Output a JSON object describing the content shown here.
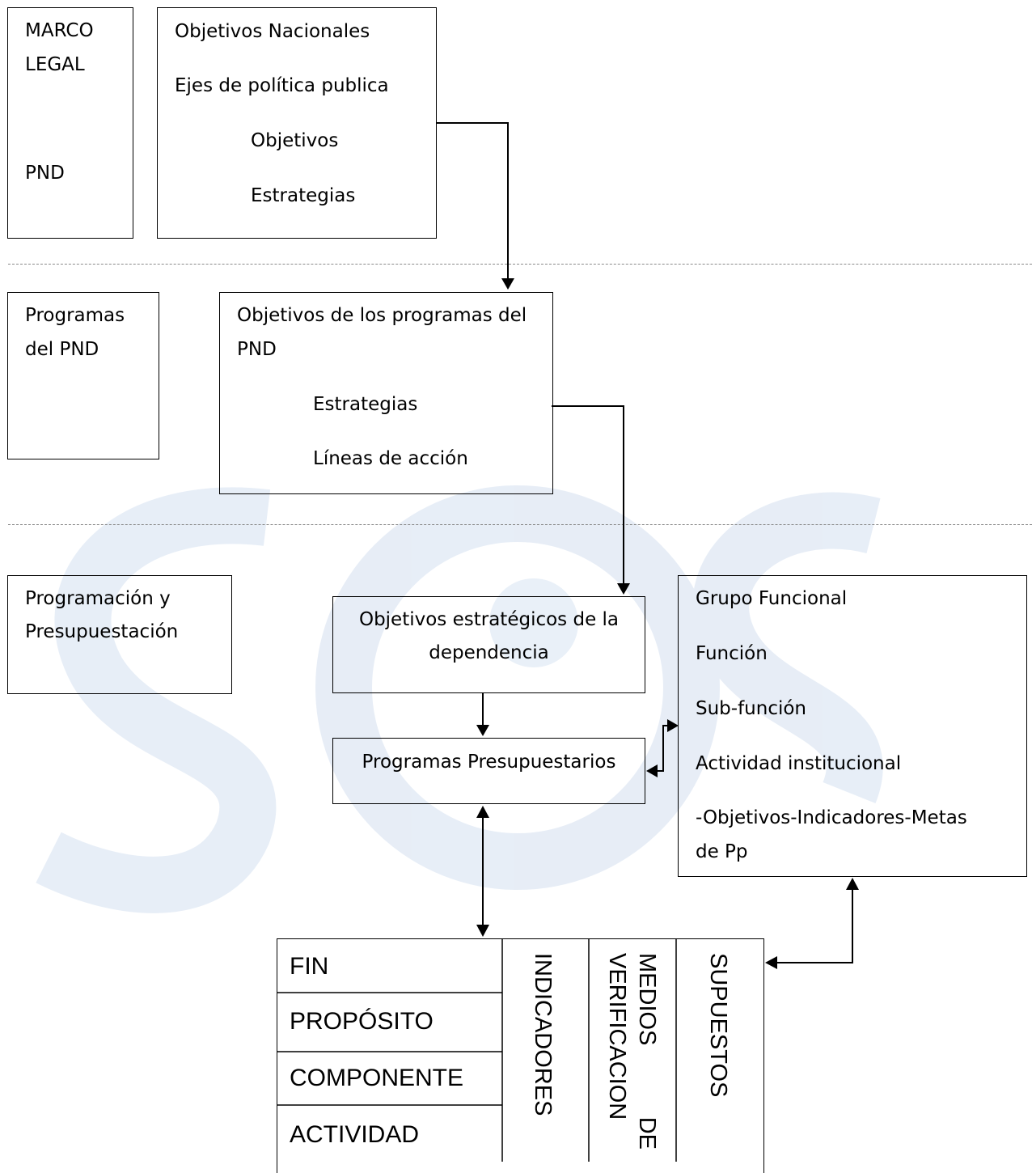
{
  "marco": {
    "line1": "MARCO",
    "line2": "LEGAL",
    "line3": "PND"
  },
  "nacionales": {
    "title": "Objetivos Nacionales",
    "ejes": "Ejes de política publica",
    "objetivos": "Objetivos",
    "estrategias": "Estrategias"
  },
  "programas_pnd": {
    "line1": "Programas",
    "line2": "del PND"
  },
  "objetivos_programas": {
    "line1": "Objetivos de los programas del",
    "line2": "PND",
    "estrategias": "Estrategias",
    "lineas": "Líneas de acción"
  },
  "programacion": {
    "line1": "Programación y",
    "line2": "Presupuestación"
  },
  "estrategicos": {
    "line1": "Objetivos estratégicos de la",
    "line2": "dependencia"
  },
  "presupuestarios": {
    "label": "Programas Presupuestarios"
  },
  "grupo": {
    "line1": "Grupo Funcional",
    "line2": "Función",
    "line3": "Sub-función",
    "line4": "Actividad institucional",
    "line5": "-Objetivos-Indicadores-Metas",
    "line6": "de Pp"
  },
  "matriz": {
    "rows": [
      "FIN",
      "PROPÓSITO",
      "COMPONENTE",
      "ACTIVIDAD"
    ],
    "indicadores": "INDICADORES",
    "medios_1": "MEDIOS DE",
    "medios_2": "VERIFICACION",
    "supuestos": "SUPUESTOS"
  },
  "colors": {
    "line": "#000000",
    "separator": "#8a8a8a",
    "watermark": "#d6e2f1"
  }
}
